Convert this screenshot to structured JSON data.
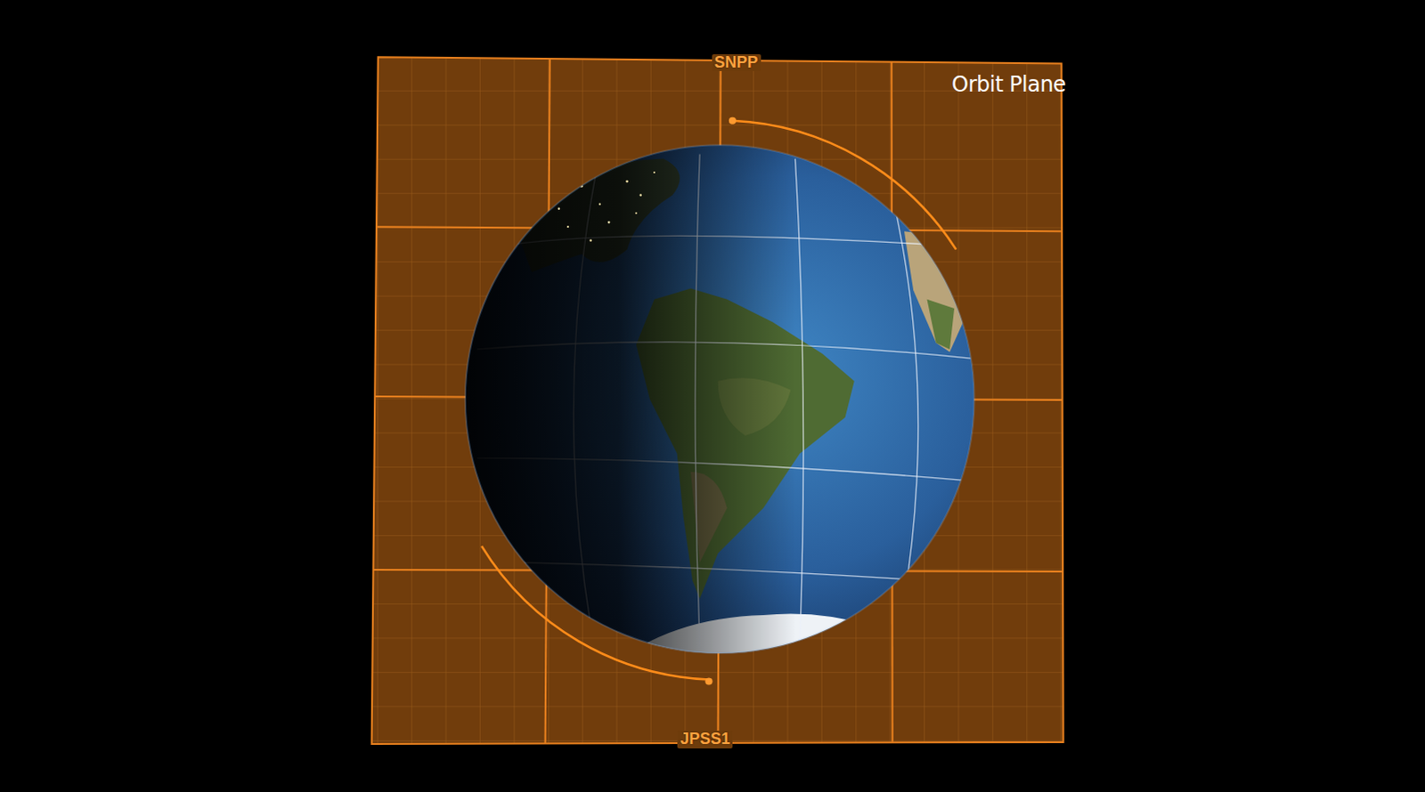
{
  "diagram": {
    "labels": [
      "SNPP",
      "JPSS1",
      "Orbit Plane"
    ]
  }
}
